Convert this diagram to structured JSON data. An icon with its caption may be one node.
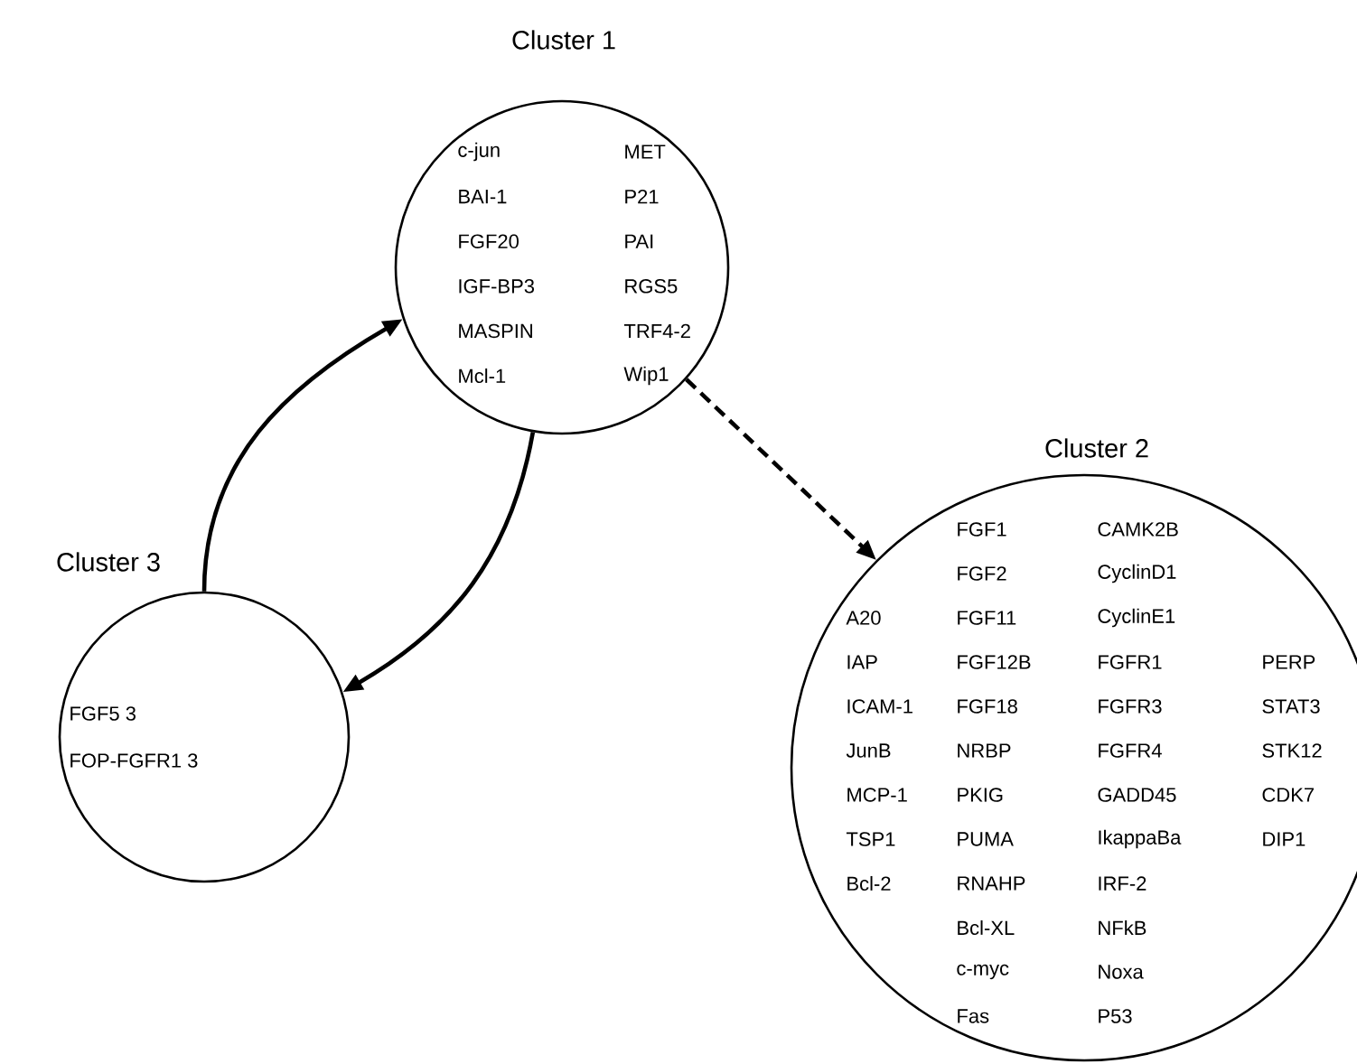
{
  "diagram": {
    "nodes": [
      {
        "text": [
          "Cluster 1",
          "c-jun",
          "BAI-1",
          "FGF20",
          "IGF-BP3",
          "MASPIN",
          "Mcl-1",
          "MET",
          "P21",
          "PAI",
          "RGS5",
          "TRF4-2",
          "Wip1"
        ]
      },
      {
        "text": [
          "Cluster 2",
          "A20",
          "IAP",
          "ICAM-1",
          "JunB",
          "MCP-1",
          "TSP1",
          "Bcl-2",
          "FGF1",
          "FGF2",
          "FGF11",
          "FGF12B",
          "FGF18",
          "NRBP",
          "PKIG",
          "PUMA",
          "RNAHP",
          "Bcl-XL",
          "c-myc",
          "Fas",
          "CAMK2B",
          "CyclinD1",
          "CyclinE1",
          "FGFR1",
          "FGFR3",
          "FGFR4",
          "GADD45",
          "IkappaBa",
          "IRF-2",
          "NFkB",
          "Noxa",
          "P53",
          "PERP",
          "STAT3",
          "STK12",
          "CDK7",
          "DIP1"
        ]
      },
      {
        "text": [
          "Cluster 3",
          "FGF5 3",
          "FOP-FGFR1 3"
        ]
      }
    ],
    "edges": [
      {
        "from": 0,
        "to": 1,
        "arrow": "to",
        "style": "dashed"
      },
      {
        "from": 0,
        "to": 2,
        "arrow": "to"
      },
      {
        "from": 2,
        "to": 0,
        "arrow": "to"
      }
    ]
  }
}
